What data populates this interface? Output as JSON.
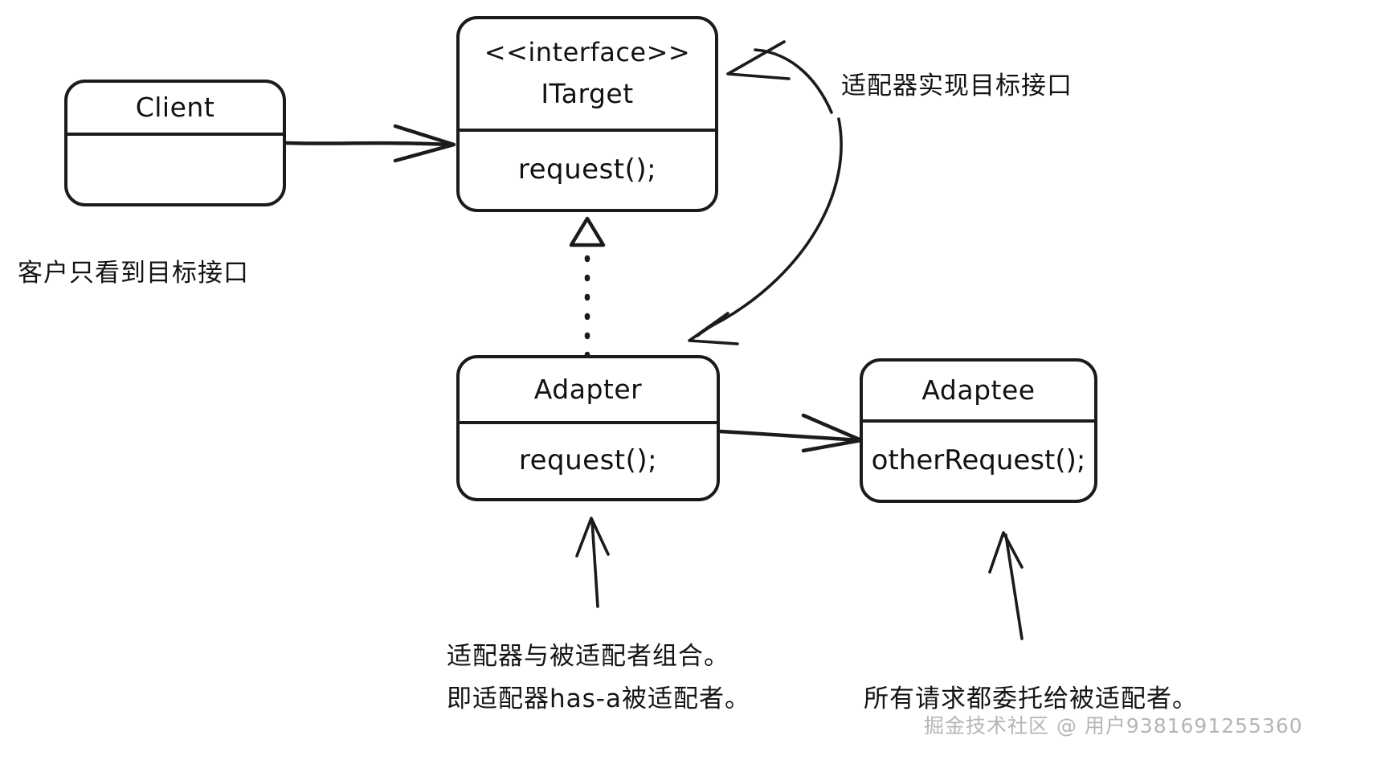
{
  "diagram": {
    "title": "Adapter Pattern UML Class Diagram",
    "style": "hand-drawn sketch",
    "background_color": "#ffffff",
    "stroke_color": "#1b1b1b"
  },
  "classes": [
    {
      "id": "client",
      "name": "Client",
      "stereotype": "",
      "members": []
    },
    {
      "id": "itarget",
      "name": "ITarget",
      "stereotype": "<<interface>>",
      "members": [
        "request();"
      ]
    },
    {
      "id": "adapter",
      "name": "Adapter",
      "stereotype": "",
      "members": [
        "request();"
      ]
    },
    {
      "id": "adaptee",
      "name": "Adaptee",
      "stereotype": "",
      "members": [
        "otherRequest();"
      ]
    }
  ],
  "relations": [
    {
      "id": "client-to-itarget",
      "from": "Client",
      "to": "ITarget",
      "type": "association-arrow"
    },
    {
      "id": "adapter-to-itarget",
      "from": "Adapter",
      "to": "ITarget",
      "type": "realization-dashed-hollow-triangle"
    },
    {
      "id": "adapter-to-adaptee",
      "from": "Adapter",
      "to": "Adaptee",
      "type": "association-arrow"
    }
  ],
  "notes": [
    {
      "id": "note-client",
      "text": "客户只看到目标接口",
      "points_to": "Client"
    },
    {
      "id": "note-adapter-implements",
      "text": "适配器实现目标接口",
      "points_to": "ITarget / Adapter"
    },
    {
      "id": "note-composition-line1",
      "text": "适配器与被适配者组合。",
      "points_to": "Adapter"
    },
    {
      "id": "note-composition-line2",
      "text": "即适配器has-a被适配者。",
      "points_to": "Adapter"
    },
    {
      "id": "note-delegation",
      "text": "所有请求都委托给被适配者。",
      "points_to": "Adaptee"
    }
  ],
  "watermark": {
    "text": "掘金技术社区 @ 用户9381691255360"
  }
}
